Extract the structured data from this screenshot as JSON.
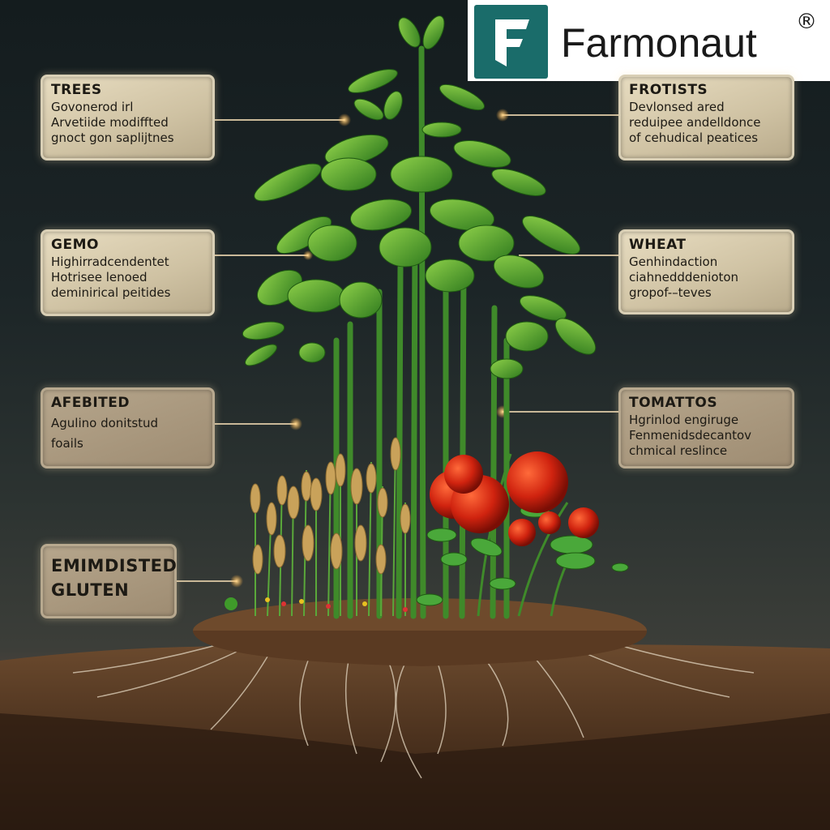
{
  "logo": {
    "brand": "Farmonaut",
    "registered": "®",
    "icon": "farmonaut-f-logo-icon",
    "brand_color": "#1a6c6a"
  },
  "labels": {
    "trees": {
      "title": "TREES",
      "lines": [
        "Govonerod irl",
        "Arvetiide modiffted",
        "gnoct gon saplijtnes"
      ]
    },
    "gemo": {
      "title": "GEMO",
      "lines": [
        "Highirradcendentet",
        "Hotrisee lenoed",
        "deminirical peitides"
      ]
    },
    "afebited": {
      "title": "AFEBITED",
      "lines": [
        "Agulino donitstud",
        "foails"
      ]
    },
    "gluten": {
      "title": "EMIMDISTED",
      "title2": "GLUTEN"
    },
    "frotists": {
      "title": "FROTISTS",
      "lines": [
        "Devlonsed ared",
        "reduipee andelldonce",
        "of cehudical peatices"
      ]
    },
    "wheat": {
      "title": "WHEAT",
      "lines": [
        "Genhindaction",
        "ciahnedddenioton",
        "gropof-–teves"
      ]
    },
    "tomattos": {
      "title": "TOMATTOS",
      "lines": [
        "Hgrinlod engiruge",
        "Fenmenidsdecantov",
        "chmical reslince"
      ]
    }
  }
}
